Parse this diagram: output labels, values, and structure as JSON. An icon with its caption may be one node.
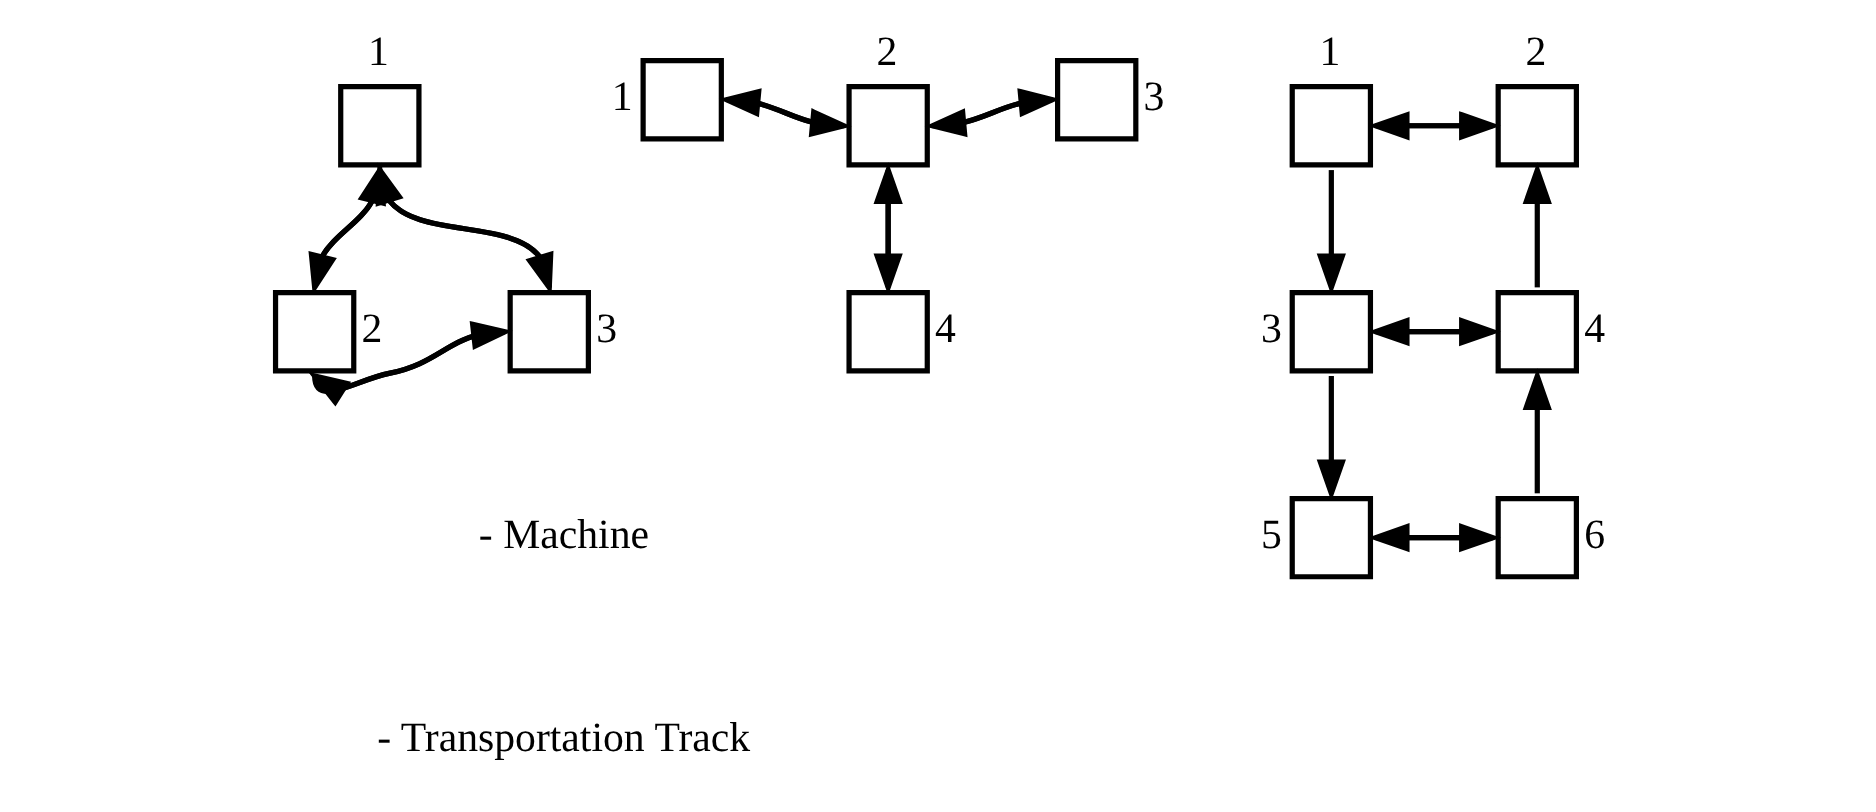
{
  "diagram": {
    "nodes": [
      {
        "text": [],
        "shape": "box",
        "beside": [
          "1"
        ]
      },
      {
        "text": [],
        "shape": "box",
        "beside": [
          "2"
        ]
      },
      {
        "text": [],
        "shape": "box",
        "beside": [
          "3"
        ]
      },
      {
        "text": [],
        "shape": "box",
        "beside": [
          "1"
        ]
      },
      {
        "text": [],
        "shape": "box",
        "beside": [
          "2"
        ]
      },
      {
        "text": [],
        "shape": "box",
        "beside": [
          "3"
        ]
      },
      {
        "text": [],
        "shape": "box",
        "beside": [
          "4"
        ]
      },
      {
        "text": [],
        "shape": "box",
        "beside": [
          "1"
        ]
      },
      {
        "text": [],
        "shape": "box",
        "beside": [
          "2"
        ]
      },
      {
        "text": [],
        "shape": "box",
        "beside": [
          "3"
        ]
      },
      {
        "text": [],
        "shape": "box",
        "beside": [
          "4"
        ]
      },
      {
        "text": [],
        "shape": "box",
        "beside": [
          "5"
        ]
      },
      {
        "text": [],
        "shape": "box",
        "beside": [
          "6"
        ]
      }
    ],
    "edges": [
      {
        "from": 2,
        "to": 0,
        "arrow": "to"
      },
      {
        "from": 0,
        "to": 2,
        "arrow": "to"
      },
      {
        "from": 0,
        "to": 1,
        "arrow": "to"
      },
      {
        "from": 1,
        "to": 0,
        "arrow": "to"
      },
      {
        "from": 1,
        "to": 2,
        "arrow": "to"
      },
      {
        "from": 2,
        "to": 1,
        "arrow": "to"
      },
      {
        "from": 3,
        "to": 4,
        "arrow": "to"
      },
      {
        "from": 4,
        "to": 3,
        "arrow": "to"
      },
      {
        "from": 4,
        "to": 5,
        "arrow": "to"
      },
      {
        "from": 5,
        "to": 4,
        "arrow": "to"
      },
      {
        "from": 6,
        "to": 4,
        "arrow": "to"
      },
      {
        "from": 4,
        "to": 6,
        "arrow": "to"
      },
      {
        "from": 7,
        "to": 8,
        "arrow": "to"
      },
      {
        "from": 8,
        "to": 7,
        "arrow": "to"
      },
      {
        "from": 7,
        "to": 9,
        "arrow": "to"
      },
      {
        "from": 10,
        "to": 8,
        "arrow": "to"
      },
      {
        "from": 10,
        "to": 9,
        "arrow": "to"
      },
      {
        "from": 9,
        "to": 10,
        "arrow": "to"
      },
      {
        "from": 9,
        "to": 11,
        "arrow": "to"
      },
      {
        "from": 12,
        "to": 10,
        "arrow": "to"
      },
      {
        "from": 11,
        "to": 12,
        "arrow": "to"
      },
      {
        "from": 12,
        "to": 11,
        "arrow": "to"
      }
    ],
    "legend": [
      {
        "text": "- Machine"
      },
      {
        "text": "- Transportation Track"
      }
    ]
  }
}
